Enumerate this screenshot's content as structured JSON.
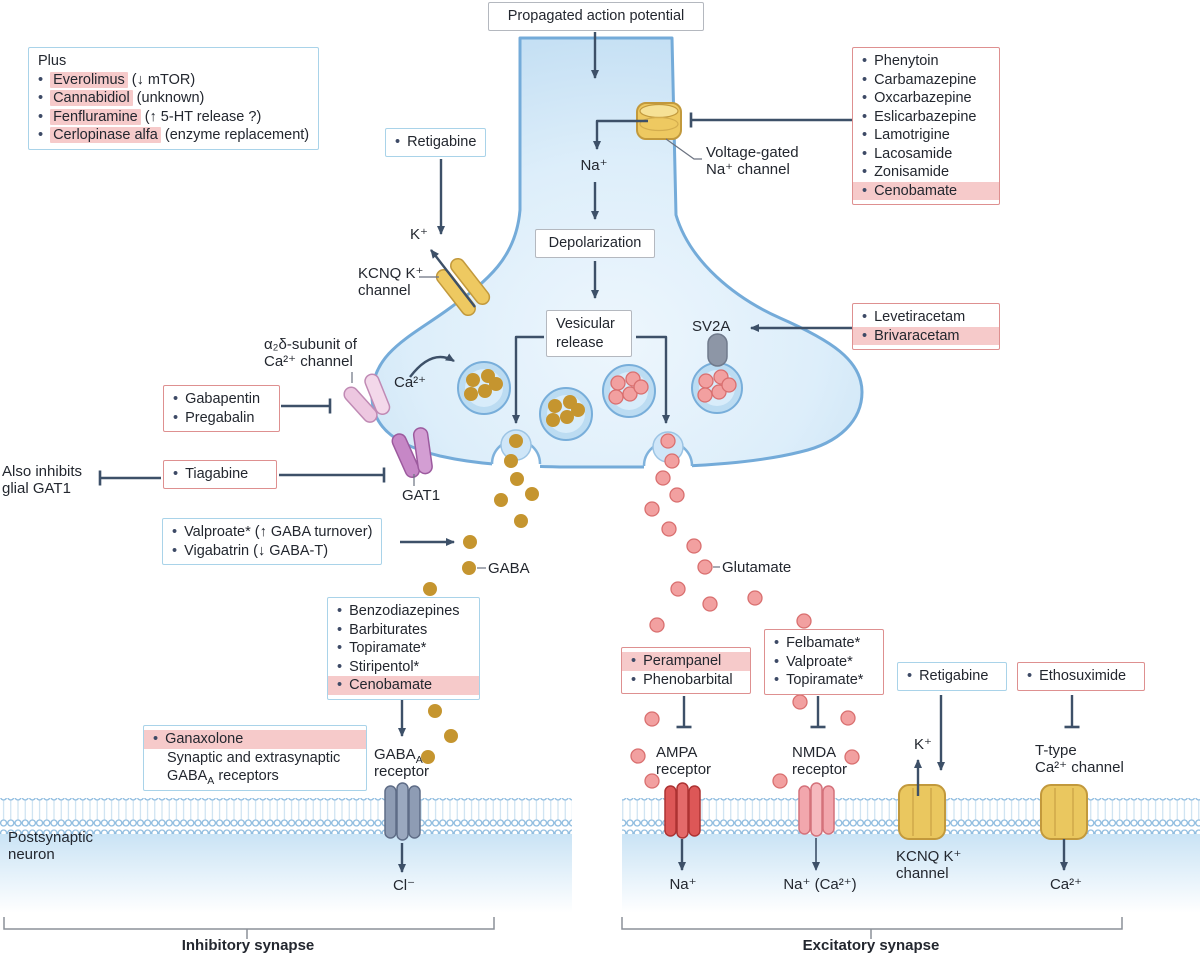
{
  "title_box": "Propagated action potential",
  "boxes": {
    "plus": {
      "heading": "Plus",
      "items": [
        {
          "name": "Everolimus",
          "note": "(↓ mTOR)"
        },
        {
          "name": "Cannabidiol",
          "note": "(unknown)"
        },
        {
          "name": "Fenfluramine",
          "note": "(↑ 5-HT release ?)"
        },
        {
          "name": "Cerlopinase alfa",
          "note": "(enzyme replacement)"
        }
      ]
    },
    "sodium_channel_blockers": {
      "items": [
        "Phenytoin",
        "Carbamazepine",
        "Oxcarbazepine",
        "Eslicarbazepine",
        "Lamotrigine",
        "Lacosamide",
        "Zonisamide",
        "Cenobamate"
      ]
    },
    "retigabine_left": {
      "items": [
        "Retigabine"
      ]
    },
    "depolarization": "Depolarization",
    "vesicular_release": "Vesicular release",
    "sv2a_drugs": {
      "items": [
        "Levetiracetam",
        "Brivaracetam"
      ]
    },
    "alpha2delta_drugs": {
      "items": [
        "Gabapentin",
        "Pregabalin"
      ]
    },
    "gat1_drugs": {
      "items": [
        "Tiagabine"
      ]
    },
    "gaba_metabolism_drugs": {
      "items": [
        "Valproate* (↑ GABA turnover)",
        "Vigabatrin (↓ GABA-T)"
      ]
    },
    "gabaa_modulators": {
      "items": [
        "Benzodiazepines",
        "Barbiturates",
        "Topiramate*",
        "Stiripentol*",
        "Cenobamate"
      ]
    },
    "ganaxolone": {
      "item": "Ganaxolone",
      "line2": "Synaptic and extrasynaptic",
      "line3_base": "GABA",
      "line3_sub": "A",
      "line3_rest": " receptors"
    },
    "ampa_drugs": {
      "items": [
        "Perampanel",
        "Phenobarbital"
      ]
    },
    "nmda_drugs": {
      "items": [
        "Felbamate*",
        "Valproate*",
        "Topiramate*"
      ]
    },
    "retigabine_right": {
      "items": [
        "Retigabine"
      ]
    },
    "ethosuximide": {
      "items": [
        "Ethosuximide"
      ]
    }
  },
  "labels": {
    "na_plus_top": "Na⁺",
    "voltage_gated_line1": "Voltage-gated",
    "voltage_gated_line2": "Na⁺ channel",
    "k_plus_left": "K⁺",
    "kcnq_pre_line1": "KCNQ K⁺",
    "kcnq_pre_line2": "channel",
    "sv2a": "SV2A",
    "alpha_subunit_line1": "α₂δ-subunit of",
    "alpha_subunit_line2": "Ca²⁺ channel",
    "ca2_plus_in": "Ca²⁺",
    "gat1": "GAT1",
    "also_inhibits_line1": "Also inhibits",
    "also_inhibits_line2": "glial GAT1",
    "gaba": "GABA",
    "glutamate": "Glutamate",
    "gabaa_base": "GABA",
    "gabaa_sub": "A",
    "gabaa_line2": "receptor",
    "postsynaptic_line1": "Postsynaptic",
    "postsynaptic_line2": "neuron",
    "cl_minus": "Cl⁻",
    "ampa_line1": "AMPA",
    "ampa_line2": "receptor",
    "nmda_line1": "NMDA",
    "nmda_line2": "receptor",
    "k_plus_right": "K⁺",
    "kcnq_post_line1": "KCNQ K⁺",
    "kcnq_post_line2": "channel",
    "ttype_line1": "T-type",
    "ttype_line2": "Ca²⁺ channel",
    "na_out": "Na⁺",
    "na_ca_out": "Na⁺ (Ca²⁺)",
    "ca_out": "Ca²⁺",
    "inhibitory": "Inhibitory synapse",
    "excitatory": "Excitatory synapse"
  },
  "colors": {
    "arrow": "#3d5068",
    "highlight_pink": "#f6caca",
    "box_border_red": "#de9090",
    "box_border_blue": "#a9d3e9",
    "box_border_gray": "#b4b8bf",
    "terminal_fill": "#d9ecfa",
    "terminal_stroke": "#74abd9",
    "membrane_blue": "#8fbcdf",
    "gaba_dot": "#c5952f",
    "glutamate_dot": "#f2a0a0",
    "channel_yellow": "#eec961",
    "channel_pink": "#edc7e0",
    "channel_purple": "#c687c6",
    "receptor_gray": "#8e9cb4",
    "receptor_red": "#dd5757",
    "receptor_light_pink": "#f2a7ad",
    "sv2a_gray": "#8d96a6",
    "bracket_gray": "#8b9099"
  }
}
